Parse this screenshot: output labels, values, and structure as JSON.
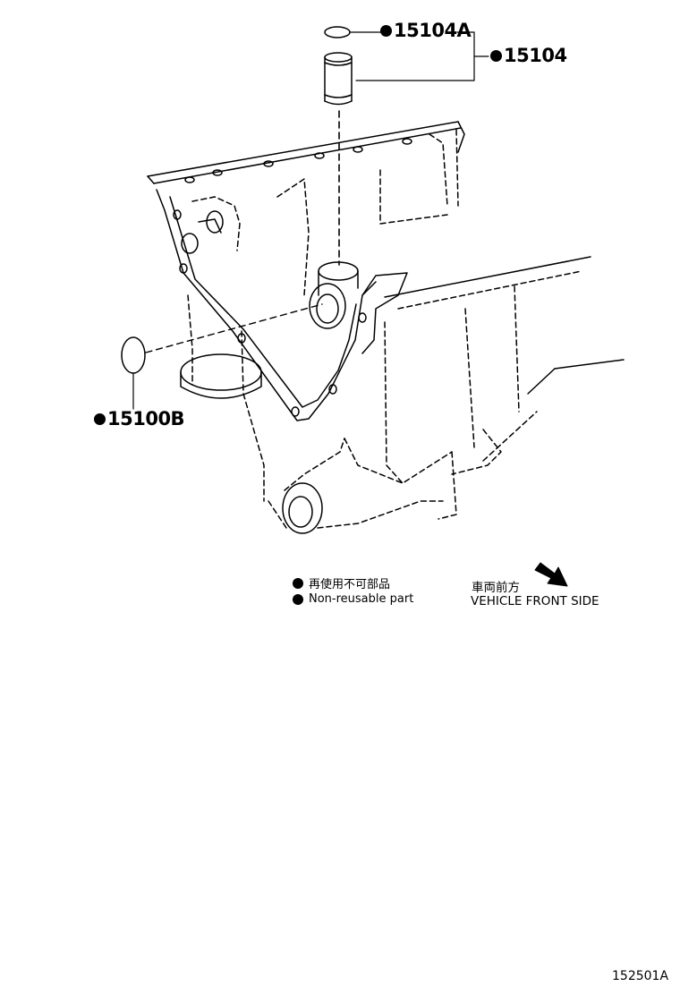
{
  "callouts": {
    "oring_top": {
      "label": "15104A",
      "non_reusable": true
    },
    "strainer": {
      "label": "15104",
      "non_reusable": true
    },
    "oring_side": {
      "label": "15100B",
      "non_reusable": true
    }
  },
  "legend": {
    "non_reusable_jp": "再使用不可部品",
    "non_reusable_en": "Non-reusable part"
  },
  "front_indicator": {
    "jp": "車両前方",
    "en": "VEHICLE FRONT SIDE"
  },
  "diagram_id": "152501A",
  "icons": {
    "non_reusable_marker": "filled-circle-icon",
    "front_arrow": "arrow-down-right-icon"
  }
}
